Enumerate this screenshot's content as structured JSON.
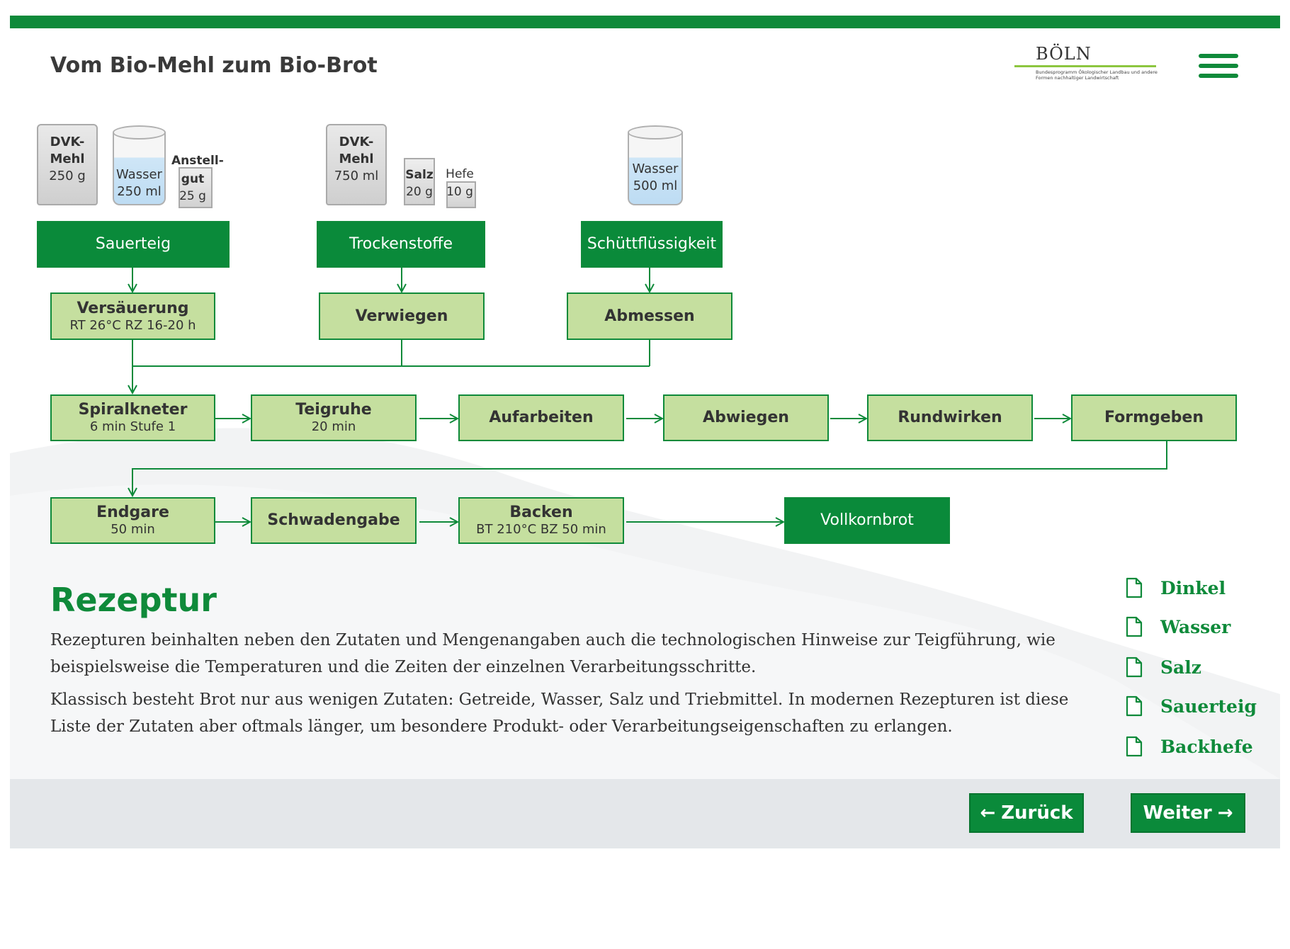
{
  "header": {
    "title": "Vom Bio-Mehl zum Bio-Brot",
    "logo": {
      "name": "BÖLN",
      "subtitle": "Bundesprogramm Ökologischer Landbau und andere Formen nachhaltiger Landwirtschaft"
    },
    "menu_icon": "hamburger-menu-icon"
  },
  "ingredients": {
    "sauerteig": [
      {
        "lines": [
          "DVK-",
          "Mehl",
          "250 g"
        ],
        "kind": "bag"
      },
      {
        "lines": [
          "Wasser",
          "250 ml"
        ],
        "kind": "glass"
      },
      {
        "lines": [
          "Anstell-",
          "gut",
          "25 g"
        ],
        "kind": "pouch"
      }
    ],
    "trocken": [
      {
        "lines": [
          "DVK-",
          "Mehl",
          "750 ml"
        ],
        "kind": "bag"
      },
      {
        "lines": [
          "Salz",
          "20 g"
        ],
        "kind": "pouch"
      },
      {
        "lines": [
          "Hefe",
          "10 g"
        ],
        "kind": "pouch"
      }
    ],
    "schuett": [
      {
        "lines": [
          "Wasser",
          "500 ml"
        ],
        "kind": "glass"
      }
    ]
  },
  "flow": {
    "sauerteig": "Sauerteig",
    "trockenstoffe": "Trockenstoffe",
    "schuettfluessigkeit": "Schüttflüssigkeit",
    "versaeuerung": {
      "main": "Versäuerung",
      "sub": "RT 26°C  RZ 16-20 h"
    },
    "verwiegen": "Verwiegen",
    "abmessen": "Abmessen",
    "spiralkneter": {
      "main": "Spiralkneter",
      "sub": "6 min  Stufe 1"
    },
    "teigruhe": {
      "main": "Teigruhe",
      "sub": "20 min"
    },
    "aufarbeiten": "Aufarbeiten",
    "abwiegen": "Abwiegen",
    "rundwirken": "Rundwirken",
    "formgeben": "Formgeben",
    "endgare": {
      "main": "Endgare",
      "sub": "50 min"
    },
    "schwadengabe": "Schwadengabe",
    "backen": {
      "main": "Backen",
      "sub": "BT 210°C  BZ 50 min"
    },
    "vollkornbrot": "Vollkornbrot"
  },
  "rezeptur": {
    "title": "Rezeptur",
    "p1": "Rezepturen beinhalten neben den Zutaten und Mengenangaben auch die technologischen Hinweise zur Teigführung, wie beispielsweise die Temperaturen  und die Zeiten der einzelnen Verarbeitungsschritte.",
    "p2": "Klassisch besteht Brot nur aus wenigen Zutaten: Getreide, Wasser, Salz und Triebmittel. In modernen Rezepturen ist diese Liste der Zutaten aber oftmals länger, um besondere Produkt- oder Verarbeitungseigenschaften zu erlangen."
  },
  "links": [
    {
      "label": "Dinkel",
      "icon": "document-icon"
    },
    {
      "label": "Wasser",
      "icon": "document-icon"
    },
    {
      "label": "Salz",
      "icon": "document-icon"
    },
    {
      "label": "Sauerteig",
      "icon": "document-icon"
    },
    {
      "label": "Backhefe",
      "icon": "document-icon"
    }
  ],
  "footer": {
    "back_label": "Zurück",
    "back_arrow": "←",
    "next_label": "Weiter",
    "next_arrow": "→"
  },
  "colors": {
    "brand_green": "#0f8a3a",
    "box_light": "#c5df9f",
    "footer_bg": "#e4e7ea"
  }
}
